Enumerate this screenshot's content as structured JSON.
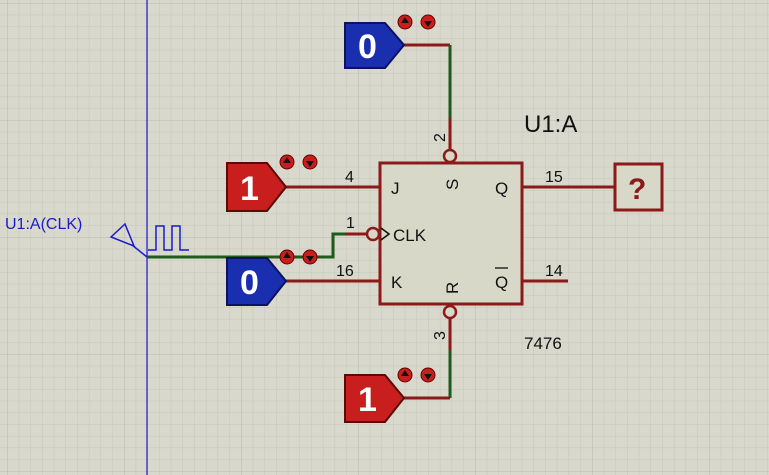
{
  "component": {
    "name": "U1:A",
    "part": "7476"
  },
  "pins": {
    "j": {
      "label": "J",
      "number": "4"
    },
    "clk": {
      "label": "CLK",
      "number": "1"
    },
    "k": {
      "label": "K",
      "number": "16"
    },
    "s": {
      "label": "S",
      "number": "2"
    },
    "r": {
      "label": "R",
      "number": "3"
    },
    "q": {
      "label": "Q",
      "number": "15"
    },
    "qbar": {
      "label": "Q",
      "number": "14"
    }
  },
  "logic_states": {
    "set_input": "0",
    "j_input": "1",
    "k_input": "0",
    "reset_input": "1"
  },
  "output_probe": "?",
  "clock_source": {
    "label": "U1:A(CLK)"
  },
  "colors": {
    "background": "#d8d8cc",
    "grid": "#c4c4b8",
    "chip_body": "#d8d8c8",
    "chip_border": "#8c1a1a",
    "wire_red": "#8c1a1a",
    "wire_green": "#1f5a1f",
    "logic_high": "#c81e1e",
    "logic_low": "#1a2fb0",
    "clock_line": "#1a1acc"
  }
}
